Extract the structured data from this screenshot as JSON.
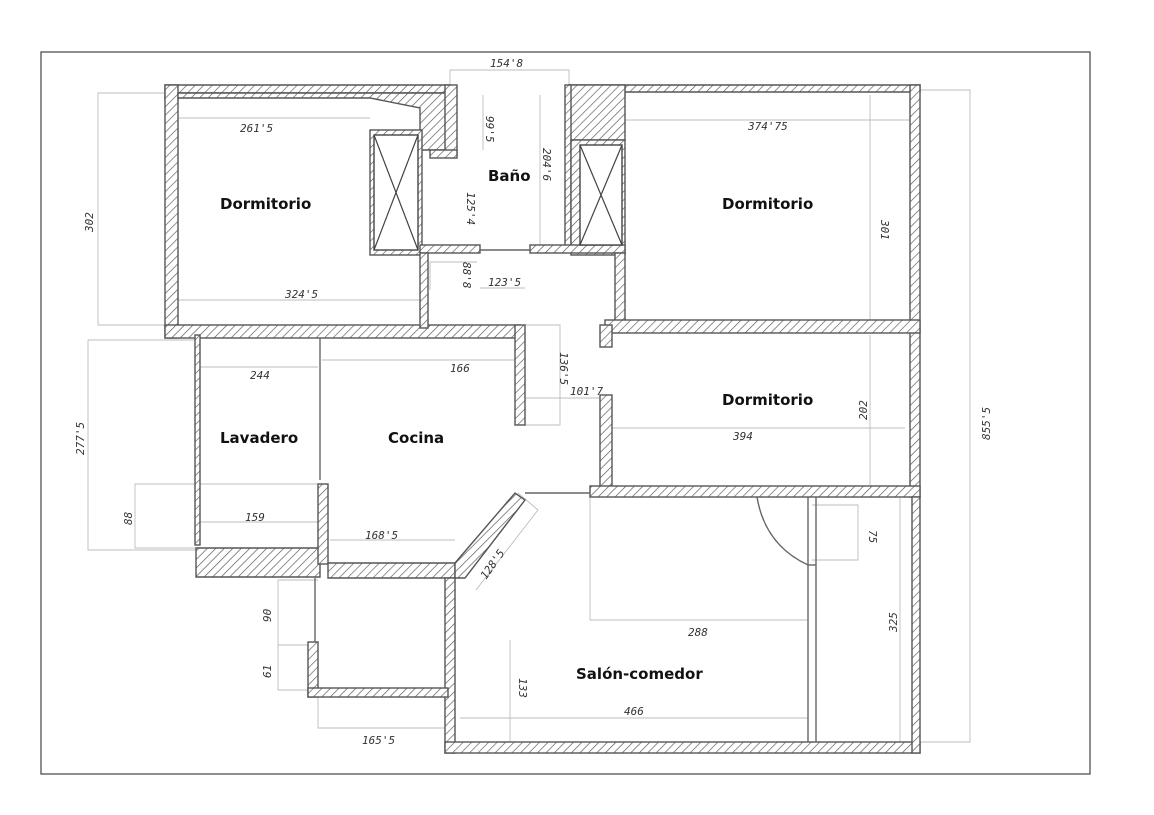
{
  "rooms": {
    "dorm_left": "Dormitorio",
    "bano": "Baño",
    "dorm_right": "Dormitorio",
    "lavadero": "Lavadero",
    "cocina": "Cocina",
    "dorm_mid": "Dormitorio",
    "salon": "Salón-comedor"
  },
  "dimensions": {
    "top_width": "154'8",
    "d261": "261'5",
    "d374": "374'75",
    "d302": "302",
    "d301": "301",
    "d99": "99'5",
    "d204": "204'6",
    "d125": "125'4",
    "d324": "324'5",
    "d88": "88'8",
    "d123": "123'5",
    "d136": "136'5",
    "d101": "101'7",
    "d244": "244",
    "d166": "166",
    "d277": "277'5",
    "d202": "202",
    "d394": "394",
    "d855": "855'5",
    "d88b": "88",
    "d159": "159",
    "d168": "168'5",
    "d128": "128'5",
    "d75": "75",
    "d90": "90",
    "d288": "288",
    "d325": "325",
    "d61": "61",
    "d133": "133",
    "d466": "466",
    "d165": "165'5"
  }
}
